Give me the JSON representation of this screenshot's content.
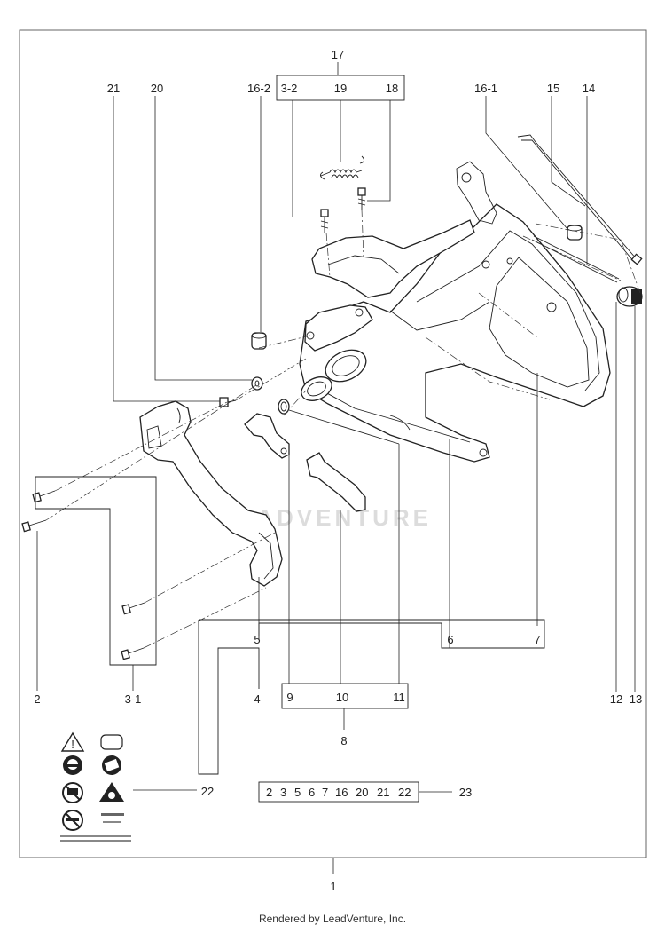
{
  "callouts": {
    "c17": "17",
    "c3_2": "3-2",
    "c19": "19",
    "c18": "18",
    "c21": "21",
    "c20": "20",
    "c16_2": "16-2",
    "c16_1": "16-1",
    "c15": "15",
    "c14": "14",
    "c2": "2",
    "c3_1": "3-1",
    "c4": "4",
    "c5": "5",
    "c6": "6",
    "c7": "7",
    "c9": "9",
    "c10": "10",
    "c11": "11",
    "c8": "8",
    "c12": "12",
    "c13": "13",
    "c22_box": "22",
    "c23": "23",
    "c1": "1"
  },
  "kit": {
    "items": [
      "2",
      "3",
      "5",
      "6",
      "7",
      "16",
      "20",
      "21",
      "22"
    ]
  },
  "watermark": "LEADVENTURE",
  "footer": "Rendered by LeadVenture, Inc."
}
